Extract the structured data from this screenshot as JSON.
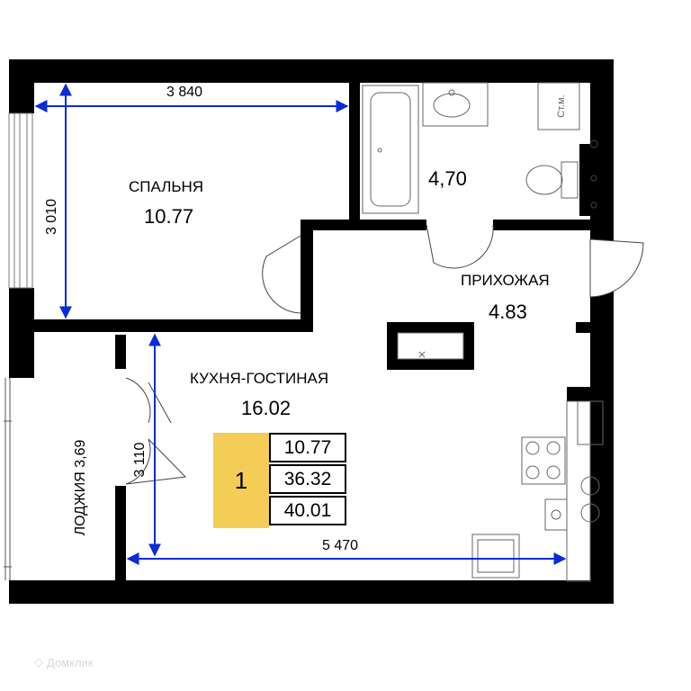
{
  "rooms": {
    "bedroom": {
      "name": "СПАЛЬНЯ",
      "area": "10.77"
    },
    "bathroom": {
      "area": "4,70",
      "washer_label": "Ст.м."
    },
    "hallway": {
      "name": "ПРИХОЖАЯ",
      "area": "4.83"
    },
    "kitchen_living": {
      "name": "КУХНЯ-ГОСТИНАЯ",
      "area": "16.02"
    },
    "loggia": {
      "label": "ЛОДЖИЯ 3,69"
    }
  },
  "dimensions": {
    "bedroom_width": "3 840",
    "bedroom_depth": "3 010",
    "kitchen_depth": "3 110",
    "kitchen_width": "5 470"
  },
  "summary": {
    "rooms_count": "1",
    "living_area": "10.77",
    "total_area_no_loggia": "36.32",
    "total_area": "40.01"
  },
  "watermark": "Домклик",
  "colors": {
    "wall": "#000000",
    "dimension_line": "#0a2bd8",
    "summary_highlight": "#f3cd55",
    "fixture_line": "#888888"
  }
}
